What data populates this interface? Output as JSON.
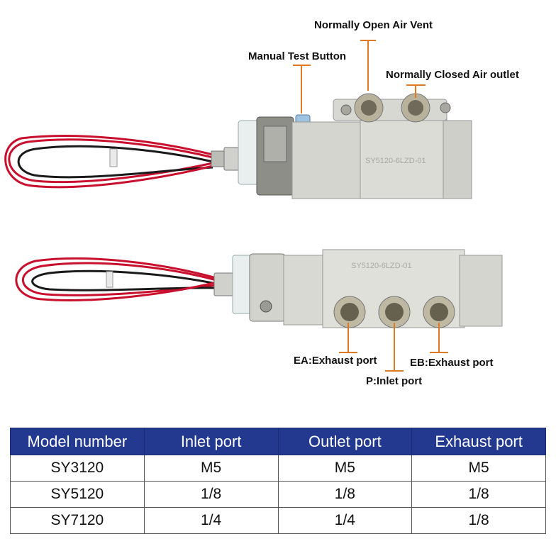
{
  "callouts": {
    "normally_open_air_vent": "Normally Open Air Vent",
    "manual_test_button": "Manual Test Button",
    "normally_closed_air_outlet": "Normally Closed Air outlet",
    "ea_exhaust_port": "EA:Exhaust port",
    "eb_exhaust_port": "EB:Exhaust port",
    "p_inlet_port": "P:Inlet port"
  },
  "valve_top": {
    "model_marking": "SY5120-6LZD-01"
  },
  "valve_bottom": {
    "model_marking": "SY5120-6LZD-01"
  },
  "table": {
    "headers": [
      "Model number",
      "Inlet port",
      "Outlet port",
      "Exhaust port"
    ],
    "rows": [
      [
        "SY3120",
        "M5",
        "M5",
        "M5"
      ],
      [
        "SY5120",
        "1/8",
        "1/8",
        "1/8"
      ],
      [
        "SY7120",
        "1/4",
        "1/4",
        "1/8"
      ]
    ]
  },
  "colors": {
    "header_bg": "#23398f",
    "leader_line": "#e07a22",
    "valve_body": "#d9d9d4",
    "wire_red": "#c8102e",
    "wire_black": "#1a1a1a"
  },
  "icons": [
    "solenoid-coil-icon",
    "manual-button-icon",
    "cable-connector-icon"
  ]
}
